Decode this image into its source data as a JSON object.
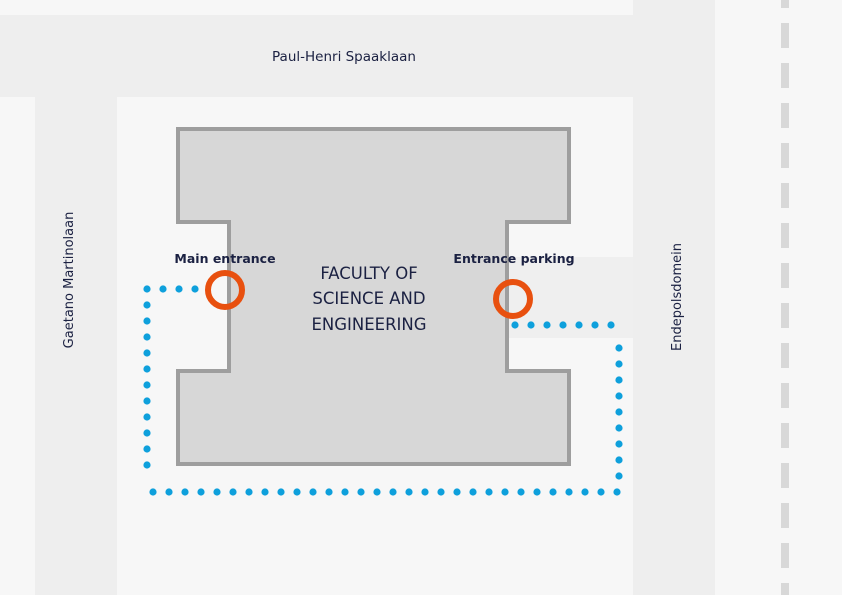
{
  "map": {
    "building_label": [
      "FACULTY OF",
      "SCIENCE AND",
      "ENGINEERING"
    ],
    "streets": {
      "top": "Paul-Henri Spaaklaan",
      "left": "Gaetano Martinolaan",
      "right": "Endepolsdomein"
    },
    "entrances": {
      "main": "Main entrance",
      "parking": "Entrance parking"
    },
    "colors": {
      "background": "#f7f7f7",
      "road": "#eeeeee",
      "building_fill": "#d7d7d7",
      "building_outline": "#9e9e9e",
      "entrance_marker": "#e8500f",
      "route": "#0ea0dc",
      "lane_marking": "#d8d8d8",
      "text": "#1b2142"
    }
  }
}
